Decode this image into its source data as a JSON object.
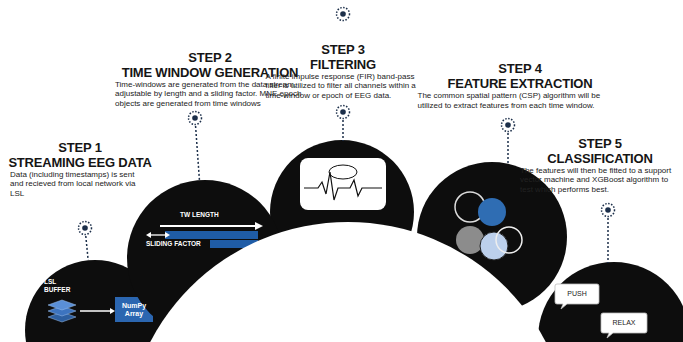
{
  "diagram": {
    "nodes": [
      {
        "text": [
          "STEP 1",
          "STREAMING EEG DATA",
          "Data (including timestamps) is sent and recieved from local network via LSL"
        ]
      },
      {
        "text": [
          "LSL BUFFER"
        ]
      },
      {
        "text": [
          "NumPy Array"
        ],
        "in": 1
      },
      {
        "text": [
          "STEP 2",
          "TIME WINDOW GENERATION",
          "Time-windows are generated from the data stream, adjustable by length and a sliding factor. MNE epoch objects are generated from time windows"
        ]
      },
      {
        "text": [
          "TW LENGTH",
          "SLIDING FACTOR"
        ]
      },
      {
        "text": [
          "STEP 3",
          "FILTERING",
          "A finite impulse response (FIR) band-pass filter is utilized to filter all channels within a time-window or epoch of EEG data."
        ]
      },
      {
        "text": [
          "STEP 4",
          "FEATURE EXTRACTION",
          "The common spatial pattern (CSP) algorithm will be utilized to extract features from each time window."
        ]
      },
      {
        "text": [
          "STEP 5",
          "CLASSIFICATION",
          "The features will then be fitted to a support vector machine and XGBoost algorithm to test which performs best."
        ]
      },
      {
        "text": [
          "PUSH"
        ]
      },
      {
        "text": [
          "RELAX"
        ]
      }
    ],
    "edges": [
      {
        "from": 0,
        "to": 1,
        "arrow": "none"
      },
      {
        "from": 3,
        "to": 4,
        "arrow": "none"
      }
    ]
  }
}
